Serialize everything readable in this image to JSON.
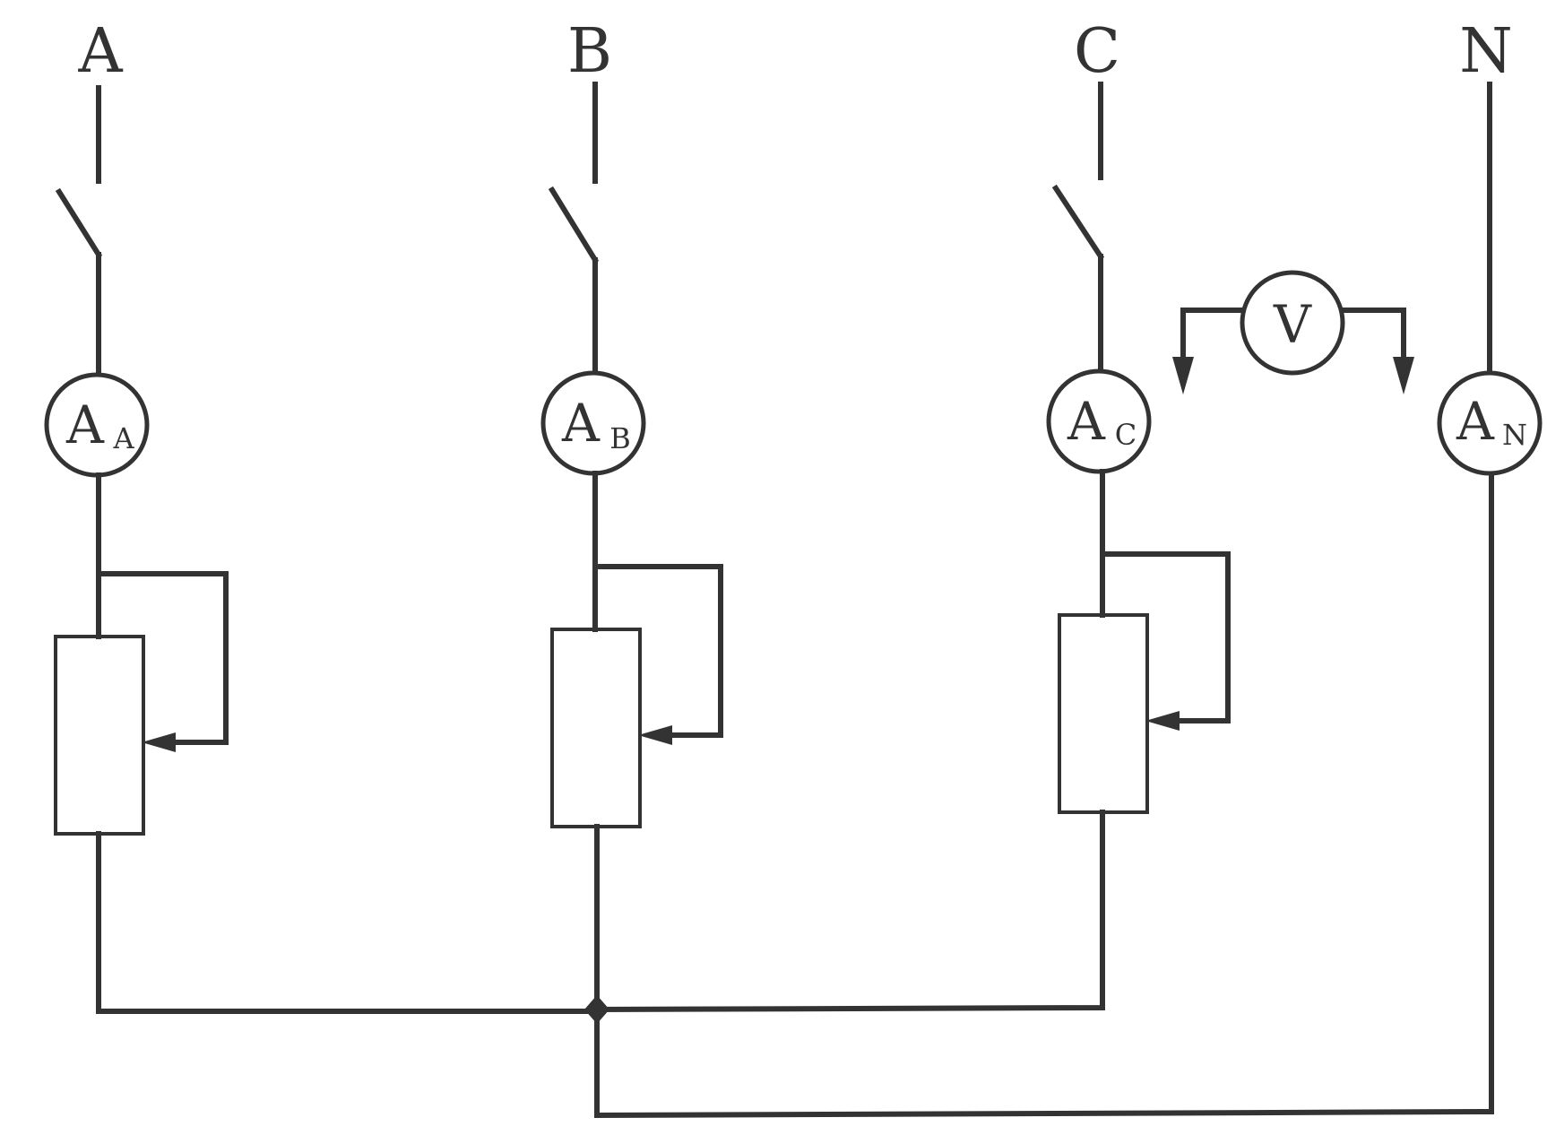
{
  "phases": {
    "a": {
      "label": "A",
      "ammeter": "A",
      "ammeter_sub": "A"
    },
    "b": {
      "label": "B",
      "ammeter": "A",
      "ammeter_sub": "B"
    },
    "c": {
      "label": "C",
      "ammeter": "A",
      "ammeter_sub": "C"
    },
    "n": {
      "label": "N",
      "ammeter": "A",
      "ammeter_sub": "N"
    }
  },
  "voltmeter": {
    "label": "V"
  },
  "colors": {
    "ink": "#333333",
    "background": "#ffffff"
  }
}
